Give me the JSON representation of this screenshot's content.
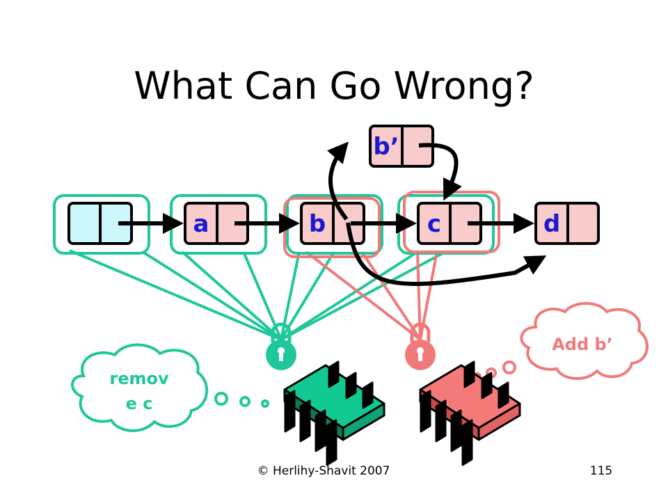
{
  "title": "What Can Go Wrong?",
  "nodes": {
    "head": "",
    "a": "a",
    "b": "b",
    "c": "c",
    "d": "d",
    "b_prime": "b’"
  },
  "thoughts": {
    "green": {
      "line1": "remov",
      "line2": "e c"
    },
    "red": "Add b’"
  },
  "footer": {
    "copyright": "© Herlihy-Shavit 2007",
    "page_number": "115"
  },
  "colors": {
    "green": "#1fc79a",
    "red": "#f07a7a",
    "node_fill": "#f9cccc",
    "head_fill": "#ccf7fb",
    "label": "#1a1ad0",
    "green_chip": "#12c994",
    "red_chip": "#f47a7a"
  }
}
